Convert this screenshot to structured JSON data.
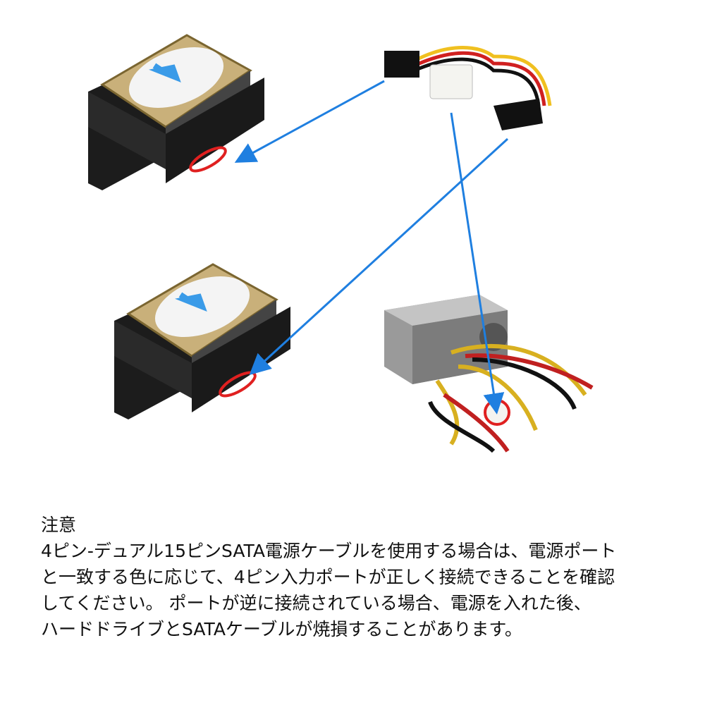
{
  "colors": {
    "arrow": "#1f7fe0",
    "highlight": "#e02020",
    "bracket": "#222222",
    "psu": "#8a8a8a"
  },
  "note": {
    "title": "注意",
    "lines": [
      "4ピン-デュアル15ピンSATA電源ケーブルを使用する場合は、電源ポート",
      "と一致する色に応じて、4ピン入力ポートが正しく接続できることを確認",
      "してください。 ポートが逆に接続されている場合、電源を入れた後、",
      "ハードドライブとSATAケーブルが焼損することがあります。"
    ]
  }
}
